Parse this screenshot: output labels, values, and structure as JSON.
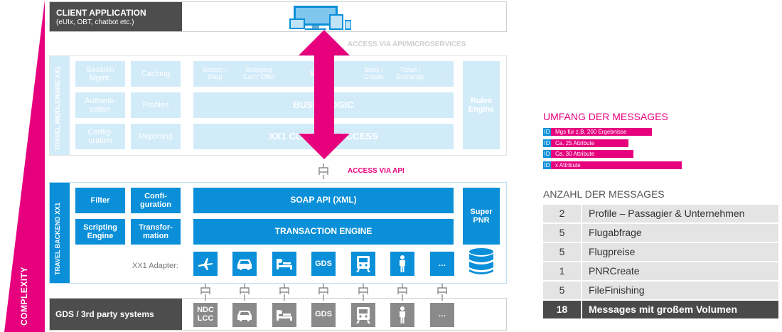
{
  "complexity_label": "COMPLEXITY",
  "client": {
    "title": "CLIENT APPLICATION",
    "subtitle": "(eUIx, OBT, chatbot etc.)"
  },
  "access_microservices": "ACCESS VIA API/MICROSERVICES",
  "access_api": "ACCESS VIA API",
  "middleware": {
    "label": "TRAVEL MIDDLEWARE XX1",
    "left_col1": [
      "Session\nMgmt.",
      "Authenti-\ncation",
      "Config-\nuration"
    ],
    "left_col2": [
      "Caching",
      "Profiles",
      "Reporting"
    ],
    "top_items": [
      "Search /\nShop",
      "Shopping\nCart / Offer",
      "W…H",
      "Book /\nCreate",
      "Ticket /\nExchange",
      "…"
    ],
    "business_logic": "BUSI…LOGIC",
    "client_data_access": "XX1 CLIEN…TA ACCESS",
    "rules_engine": "Rules\nEngine"
  },
  "backend": {
    "label": "TRAVEL BACKEND XX1",
    "left_col1": [
      "Filter",
      "Scripting\nEngine"
    ],
    "left_col2": [
      "Confi-\nguration",
      "Transfor-\nmation"
    ],
    "soap": "SOAP API (XML)",
    "transaction": "TRANSACTION ENGINE",
    "super_pnr": "Super\nPNR",
    "adapter_label": "XX1 Adapter:",
    "adapter_icons": [
      "plane-icon",
      "car-icon",
      "hotel-icon",
      "GDS",
      "train-icon",
      "person-icon",
      "…"
    ]
  },
  "gds": {
    "title": "GDS / 3rd party systems",
    "icons": [
      "NDC\nLCC",
      "car-icon",
      "hotel-icon",
      "GDS",
      "train-icon",
      "person-icon",
      "…"
    ]
  },
  "umfang": {
    "title": "UMFANG DER MESSAGES",
    "bars": [
      {
        "id": "ID",
        "text": "Mgs  für z.B. 200 Ergebnisse",
        "fraction": 1.0
      },
      {
        "id": "ID",
        "text": "Ca. 25 Attribute",
        "fraction": 0.78
      },
      {
        "id": "ID",
        "text": "Ca. 30 Attribute",
        "fraction": 0.82
      },
      {
        "id": "ID",
        "text": "x Attribute",
        "fraction": 1.27
      }
    ]
  },
  "anzahl": {
    "title": "ANZAHL DER MESSAGES",
    "rows": [
      {
        "num": "2",
        "text": "Profile – Passagier & Unternehmen"
      },
      {
        "num": "5",
        "text": "Flugabfrage"
      },
      {
        "num": "5",
        "text": "Flugpreise"
      },
      {
        "num": "1",
        "text": "PNRCreate"
      },
      {
        "num": "5",
        "text": "FileFinishing"
      },
      {
        "num": "18",
        "text": "Messages mit großem Volumen"
      }
    ]
  },
  "colors": {
    "accent": "#e6007e",
    "blue": "#0a8fd8",
    "pale": "#d2ebf9",
    "grey": "#8a8a8a",
    "dark": "#4a4a4a"
  }
}
